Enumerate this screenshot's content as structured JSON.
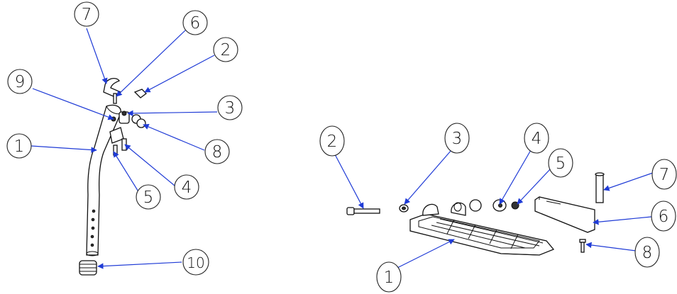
{
  "left_assembly": {
    "balloons": [
      "7",
      "6",
      "2",
      "9",
      "3",
      "1",
      "8",
      "4",
      "5",
      "10"
    ]
  },
  "right_assembly": {
    "balloons": [
      "2",
      "3",
      "4",
      "5",
      "7",
      "6",
      "1",
      "8"
    ]
  },
  "colors": {
    "leader": "#1f3bd6",
    "outline": "#111111",
    "background": "#ffffff"
  }
}
